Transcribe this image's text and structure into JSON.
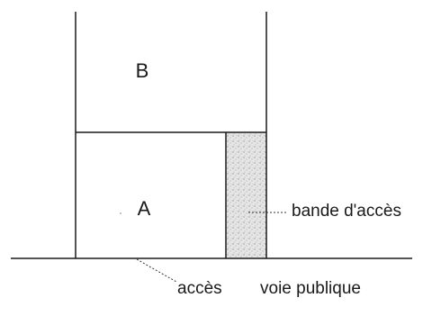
{
  "diagram": {
    "parcel_labels": {
      "b": "B",
      "a": "A"
    },
    "callouts": {
      "strip": "bande d'accès",
      "access": "accès",
      "road": "voie publique"
    },
    "colors": {
      "line": "#1a1a1a",
      "strip_fill": "#d9d9d9"
    }
  }
}
